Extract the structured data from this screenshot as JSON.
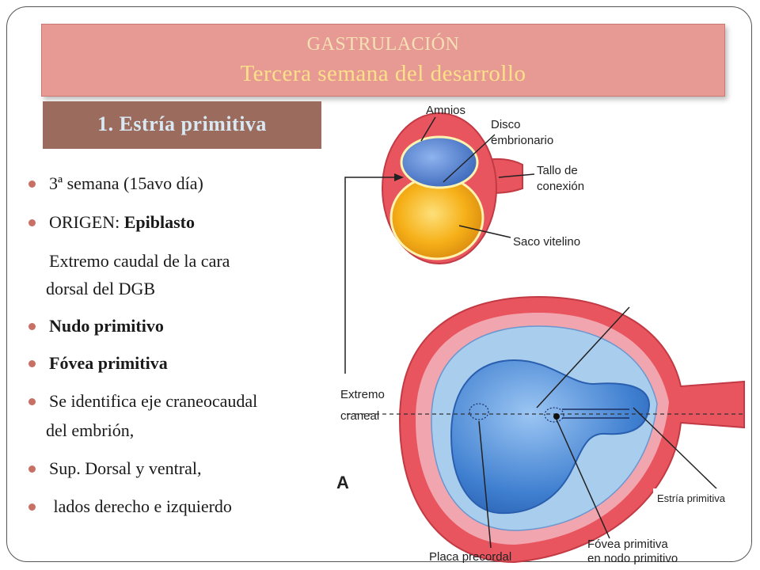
{
  "title": {
    "line1": "GASTRULACIÓN",
    "line2": "Tercera semana del desarrollo"
  },
  "section": {
    "label": "1. Estría primitiva"
  },
  "bullets": [
    {
      "text": "3ª semana (15avo día)",
      "bullet": true
    },
    {
      "prefix": "ORIGEN: ",
      "bold": "Epiblasto",
      "bullet": true
    },
    {
      "text": "Extremo caudal de la cara",
      "bullet": false
    },
    {
      "text": "dorsal del DGB",
      "bullet": false
    },
    {
      "bold": "Nudo primitivo",
      "bullet": true
    },
    {
      "bold": "Fóvea primitiva",
      "bullet": true
    },
    {
      "text": "Se identifica eje craneocaudal",
      "bullet": true
    },
    {
      "text": "del embrión,",
      "bullet": false
    },
    {
      "text": "Sup. Dorsal y ventral,",
      "bullet": true
    },
    {
      "text": " lados derecho e izquierdo",
      "bullet": true
    }
  ],
  "diagram": {
    "labels": {
      "amnios": "Amnios",
      "disco1": "Disco",
      "disco2": "embrionario",
      "tallo1": "Tallo de",
      "tallo2": "conexión",
      "saco": "Saco vitelino",
      "extremo1": "Extremo",
      "extremo2": "craneal",
      "letter_a": "A",
      "estria": "Estría primitiva",
      "placa": "Placa precordal",
      "fovea1": "Fóvea primitiva",
      "fovea2": "en nodo primitivo"
    },
    "colors": {
      "outer_red": "#e8555f",
      "pink": "#f1a5ae",
      "light_blue": "#a9cdec",
      "blue": "#3f7fd0",
      "yellow": "#f6b018"
    }
  }
}
